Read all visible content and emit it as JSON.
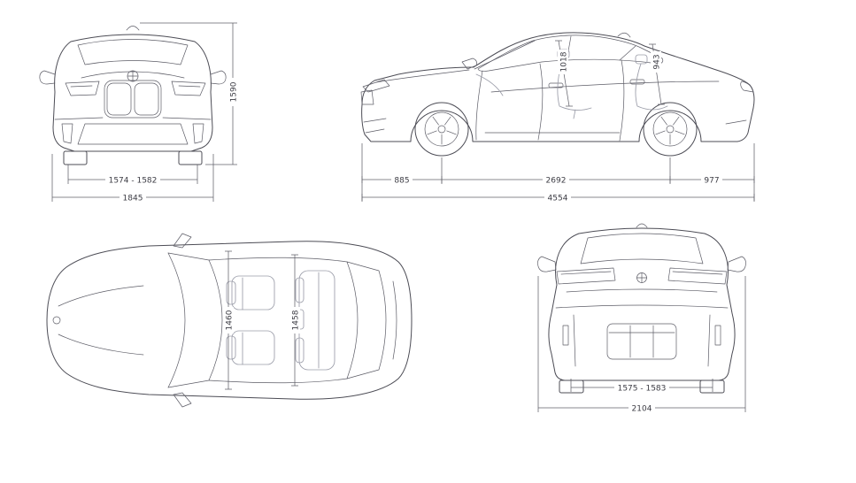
{
  "colors": {
    "line": "#4c4c55",
    "dimension": "#62626b",
    "label": "#3c3c44"
  },
  "views": {
    "front": {
      "height_mm": "1590",
      "track_width_mm": "1574 - 1582",
      "overall_width_mm": "1845"
    },
    "side": {
      "front_overhang_mm": "885",
      "wheelbase_mm": "2692",
      "rear_overhang_mm": "977",
      "overall_length_mm": "4554",
      "front_interior_height_mm": "1018",
      "rear_interior_height_mm": "943"
    },
    "top": {
      "front_interior_width_mm": "1460",
      "rear_interior_width_mm": "1458"
    },
    "rear": {
      "track_width_mm": "1575 - 1583",
      "overall_width_mm": "2104"
    }
  }
}
